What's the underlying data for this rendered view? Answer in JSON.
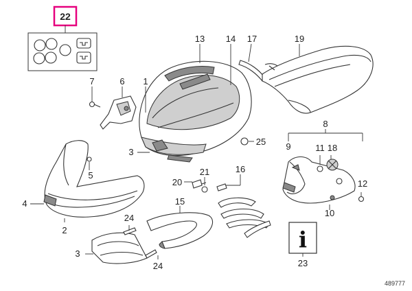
{
  "diagram_id": "489777",
  "highlight_color": "#e6007e",
  "callouts": {
    "c22": "22",
    "c13": "13",
    "c14": "14",
    "c17": "17",
    "c19": "19",
    "c7": "7",
    "c6": "6",
    "c1": "1",
    "c25": "25",
    "c3a": "3",
    "c8": "8",
    "c9": "9",
    "c11": "11",
    "c18": "18",
    "c5": "5",
    "c21": "21",
    "c16": "16",
    "c20": "20",
    "c4": "4",
    "c12": "12",
    "c15": "15",
    "c10": "10",
    "c2": "2",
    "c24a": "24",
    "c3b": "3",
    "c24b": "24",
    "c23": "23"
  },
  "info_icon_glyph": "i"
}
